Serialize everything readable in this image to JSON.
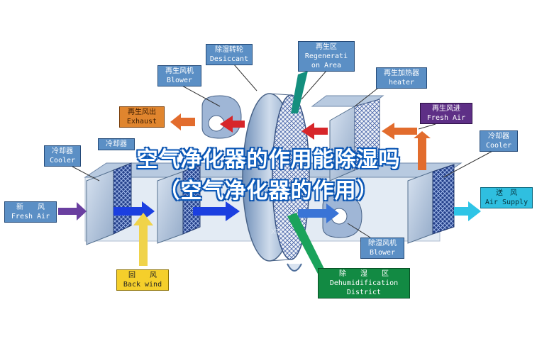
{
  "overlay": {
    "line1": "空气净化器的作用能除湿吗",
    "line2": "（空气净化器的作用）"
  },
  "labels": {
    "desiccant": {
      "zh": "除湿转轮",
      "en": "Desiccant"
    },
    "regeneration": {
      "zh": "再生区",
      "en1": "Regenerati",
      "en2": "on Area"
    },
    "blower_top": {
      "zh": "再生风机",
      "en": "Blower"
    },
    "heater": {
      "zh": "再生加热器",
      "en": "heater"
    },
    "exhaust": {
      "zh": "再生风出",
      "en": "Exhaust"
    },
    "fresh_air_in": {
      "zh": "再生风进",
      "en": "Fresh Air"
    },
    "cooler_left": {
      "zh": "冷却器",
      "en": "Cooler"
    },
    "cooler_left2": {
      "zh": "冷却器"
    },
    "cooler_right": {
      "zh": "冷却器",
      "en": "Cooler"
    },
    "fresh_air": {
      "zh": "新　　风",
      "en": "Fresh Air"
    },
    "air_supply": {
      "zh": "送　风",
      "en": "Air Supply"
    },
    "blower_bottom": {
      "zh": "除湿风机",
      "en": "Blower"
    },
    "back_wind": {
      "zh": "回　　风",
      "en": "Back wind"
    },
    "dehumid": {
      "zh": "除　　湿　　区",
      "en1": "Dehumidification",
      "en2": "District"
    }
  },
  "watermark": "XTL"
}
